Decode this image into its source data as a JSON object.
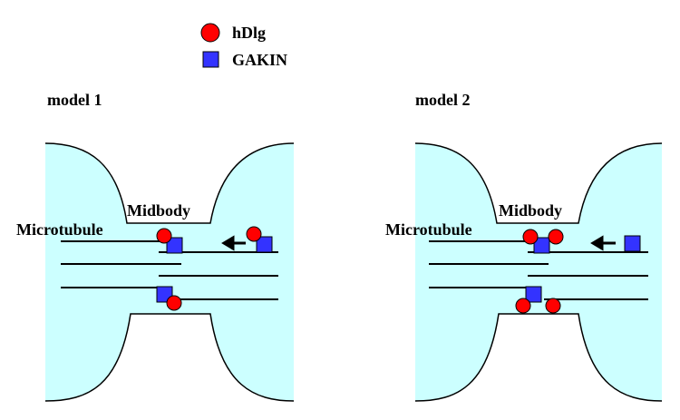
{
  "legend": {
    "items": [
      {
        "label": "hDlg",
        "shape": "circle",
        "color": "#ff0000"
      },
      {
        "label": "GAKIN",
        "shape": "square",
        "color": "#3333ff"
      }
    ]
  },
  "models": [
    {
      "title": "model 1",
      "midbody_label": "Midbody",
      "microtubule_label": "Microtubule"
    },
    {
      "title": "model 2",
      "midbody_label": "Midbody",
      "microtubule_label": "Microtubule"
    }
  ],
  "colors": {
    "cell_fill": "#ccffff",
    "hdlg": "#ff0000",
    "gakin": "#3333ff",
    "line": "#000000"
  },
  "icons": {
    "motion": "left-arrow-icon"
  }
}
